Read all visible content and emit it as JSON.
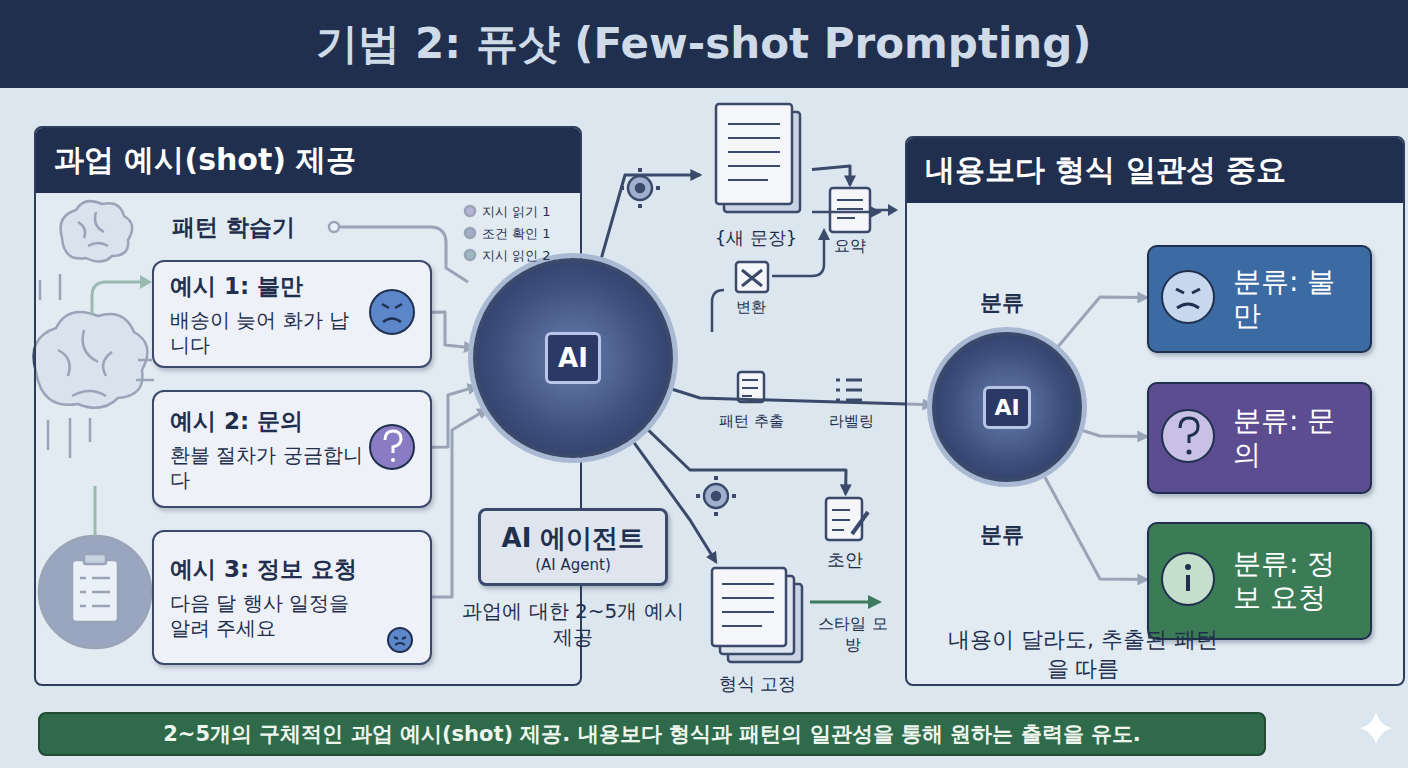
{
  "diagram": {
    "title": "기법 2: 퓨샷 (Few-shot Prompting)",
    "caption": "2~5개의 구체적인 과업 예시(shot) 제공. 내용보다 형식과 패턴의 일관성을 통해 원하는 출력을 유도.",
    "nodes": [
      {
        "text": [
          "과업 예시(shot) 제공"
        ]
      },
      {
        "text": [
          "예시 1: 불만",
          "배송이 늦어 화가 납니다"
        ],
        "in": 0
      },
      {
        "text": [
          "예시 2: 문의",
          "환불 절차가 궁금합니다"
        ],
        "in": 0
      },
      {
        "text": [
          "예시 3: 정보 요청",
          "다음 달 행사 일정을 알려 주세요"
        ],
        "in": 0
      },
      {
        "text": [
          "AI"
        ]
      },
      {
        "text": [
          "AI 에이전트",
          "(AI Agent)"
        ]
      },
      {
        "text": [
          "{새 문장}"
        ]
      },
      {
        "text": [
          "요약"
        ]
      },
      {
        "text": [
          "초안"
        ]
      },
      {
        "text": [
          "형식 고정"
        ]
      },
      {
        "text": [
          "내용보다 형식 일관성 중요"
        ]
      },
      {
        "text": [
          "AI"
        ],
        "in": 10
      },
      {
        "text": [
          "분류: 불만"
        ],
        "in": 10
      },
      {
        "text": [
          "분류: 문의"
        ],
        "in": 10
      },
      {
        "text": [
          "분류: 정보 요청"
        ],
        "in": 10
      }
    ],
    "edges": [
      {
        "from": 1,
        "to": 4,
        "arrow": "to"
      },
      {
        "from": 2,
        "to": 4,
        "arrow": "to"
      },
      {
        "from": 3,
        "to": 4,
        "arrow": "to"
      },
      {
        "from": 4,
        "to": 6,
        "arrow": "to"
      },
      {
        "from": 6,
        "to": 7,
        "arrow": "to"
      },
      {
        "from": 4,
        "to": 11,
        "arrow": "to"
      },
      {
        "from": 4,
        "to": 8,
        "arrow": "to"
      },
      {
        "from": 4,
        "to": 9,
        "arrow": "to"
      },
      {
        "from": 11,
        "to": 12,
        "arrow": "to"
      },
      {
        "from": 11,
        "to": 13,
        "arrow": "to"
      },
      {
        "from": 11,
        "to": 14,
        "arrow": "to"
      }
    ],
    "labels": [
      "패턴 학습기",
      "지시 읽기 1",
      "조건 확인 1",
      "지시 읽인 2",
      "과업에 대한 2~5개 예시 제공",
      "변환",
      "패턴 추출",
      "라벨링",
      "스타일 모방",
      "분류",
      "분류",
      "내용이 달라도, 추출된 패턴을 따름"
    ]
  }
}
